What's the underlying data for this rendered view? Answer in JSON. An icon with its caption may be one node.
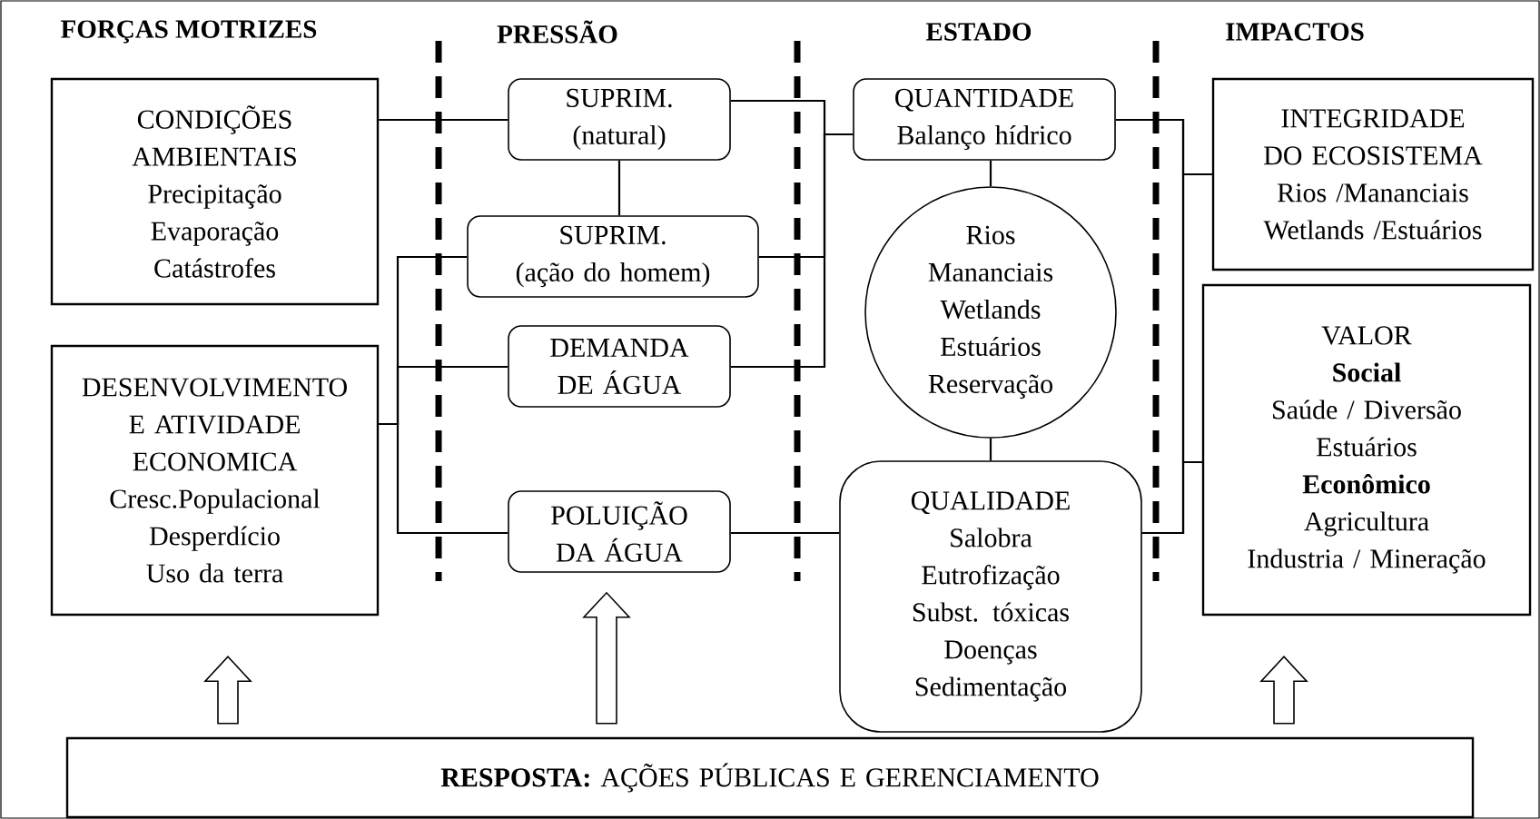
{
  "diagram": {
    "nodes": [
      {
        "text": [
          "CONDIÇÕES AMBIENTAIS",
          "Precipitação",
          "Evaporação",
          "Catástrofes"
        ]
      },
      {
        "text": [
          "DESENVOLVIMENTO E ATIVIDADE ECONOMICA",
          "Cresc.Populacional",
          "Desperdício",
          "Uso da terra"
        ]
      },
      {
        "text": [
          "SUPRIM.",
          "(natural)"
        ]
      },
      {
        "text": [
          "SUPRIM.",
          "(ação do homem)"
        ]
      },
      {
        "text": [
          "DEMANDA DE ÁGUA"
        ]
      },
      {
        "text": [
          "POLUIÇÃO DA ÁGUA"
        ]
      },
      {
        "text": [
          "QUANTIDADE",
          "Balanço hídrico"
        ]
      },
      {
        "text": [
          "Rios",
          "Mananciais",
          "Wetlands",
          "Estuários",
          "Reservação"
        ]
      },
      {
        "text": [
          "QUALIDADE",
          "Salobra",
          "Eutrofização",
          "Subst. tóxicas",
          "Doenças",
          "Sedimentação"
        ]
      },
      {
        "text": [
          "INTEGRIDADE DO ECOSISTEMA",
          "Rios /Mananciais",
          "Wetlands /Estuários"
        ]
      },
      {
        "text": [
          "VALOR",
          "**Social**",
          "Saúde / Diversão",
          "Estuários",
          "**Econômico**",
          "Agricultura",
          "Industria / Mineração"
        ]
      },
      {
        "text": [
          "**RESPOSTA:** AÇÕES PÚBLICAS E GERENCIAMENTO"
        ]
      }
    ],
    "edges": [
      {
        "from": 0,
        "to": 2,
        "arrow": "none"
      },
      {
        "from": 2,
        "to": 3,
        "arrow": "none"
      },
      {
        "from": 1,
        "to": 3,
        "arrow": "none"
      },
      {
        "from": 1,
        "to": 4,
        "arrow": "none"
      },
      {
        "from": 1,
        "to": 5,
        "arrow": "none"
      },
      {
        "from": 2,
        "to": 6,
        "arrow": "none"
      },
      {
        "from": 3,
        "to": 6,
        "arrow": "none"
      },
      {
        "from": 4,
        "to": 6,
        "arrow": "none"
      },
      {
        "from": 5,
        "to": 8,
        "arrow": "none"
      },
      {
        "from": 6,
        "to": 7,
        "arrow": "none"
      },
      {
        "from": 7,
        "to": 8,
        "arrow": "none"
      },
      {
        "from": 6,
        "to": 9,
        "arrow": "none"
      },
      {
        "from": 6,
        "to": 10,
        "arrow": "none"
      },
      {
        "from": 8,
        "to": 9,
        "arrow": "none"
      },
      {
        "from": 8,
        "to": 10,
        "arrow": "none"
      },
      {
        "from": 11,
        "to": 1,
        "arrow": "to"
      },
      {
        "from": 11,
        "to": 5,
        "arrow": "to"
      },
      {
        "from": 11,
        "to": 10,
        "arrow": "to"
      }
    ],
    "labels": [
      "FORÇAS MOTRIZES",
      "PRESSÃO",
      "ESTADO",
      "IMPACTOS"
    ]
  }
}
